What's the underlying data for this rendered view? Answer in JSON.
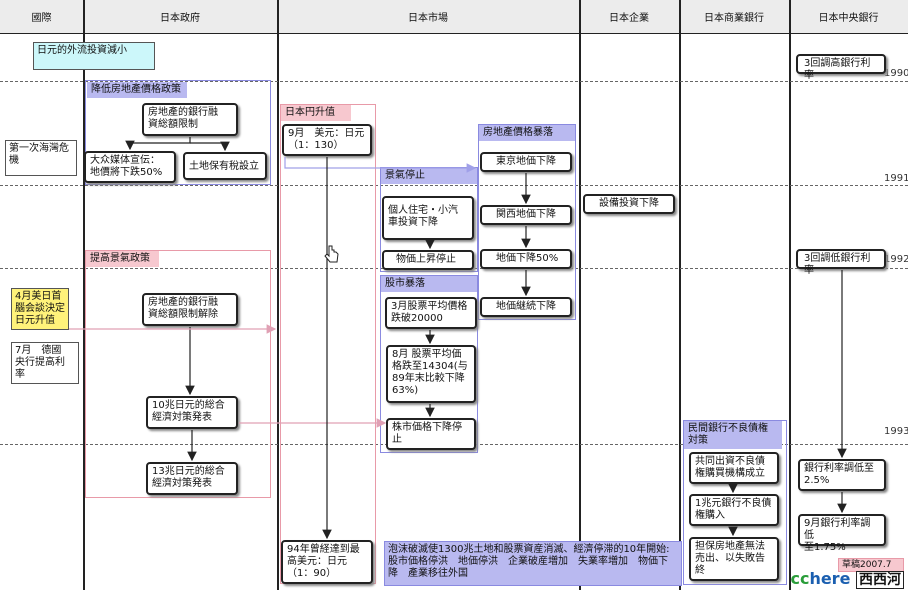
{
  "columns": [
    "國際",
    "日本政府",
    "日本市場",
    "日本企業",
    "日本商業銀行",
    "日本中央銀行"
  ],
  "years": [
    "1990",
    "1991",
    "1992",
    "1993"
  ],
  "intl": {
    "note_top": "日元的外流投資減小",
    "note_war": "第一次海灣危\n機",
    "note_plaza": "4月美日首\n腦会談決定\n日元升值",
    "note_germany": "7月　德國\n央行提高利\n率"
  },
  "government": {
    "lane1_title": "降低房地產價格政策",
    "box_limit": "房地產的銀行融\n資総額限制",
    "box_media": "大众媒体宣伝：\n地價將下跌50%",
    "box_tax": "土地保有稅設立",
    "lane2_title": "提高景氣政策",
    "box_lift": "房地產的銀行融\n資総額限制解除",
    "box_10t": "10兆日元的総合\n經濟対策発表",
    "box_13t": "13兆日元的総合\n經濟対策発表"
  },
  "market": {
    "yen_title": "日本円升值",
    "yen_box": "9月　美元：日元\n（1：130）",
    "yen_bottom": "94年曾経達到最\n高美元：日元\n（1：90）",
    "econ_title": "景氣停止",
    "econ_box1": "個人住宅・小汽\n車投資下降",
    "econ_box2": "物価上昇停止",
    "stock_title": "股市暴落",
    "stock_box1": "3月股票平均價格\n跌破20000",
    "stock_box2": "8月 股票平均価\n格跌至14304(与\n89年末比較下降\n63%)",
    "stock_box3": "株市価格下降停\n止",
    "realestate_title": "房地產價格暴落",
    "re_box1": "東京地価下降",
    "re_box2": "関西地価下降",
    "re_box3": "地価下降50%",
    "re_box4": "地価継続下降",
    "summary": "泡沫破滅使1300兆土地和股票資産消滅、經濟停滞的10年開始:\n股市価格停洪　地価停洪　企業破産増加　失業率増加　物価下\n降　產業移往外国"
  },
  "enterprise": {
    "box_capex": "設備投資下降"
  },
  "commercial_bank": {
    "lane_title": "民間銀行不良債権\n対策",
    "box1": "共同出資不良債\n権購買機構成立",
    "box2": "1兆元銀行不良債\n権購入",
    "box3": "担保房地產無法\n売出、以失敗告\n終"
  },
  "central_bank": {
    "box_raise": "3回調高銀行利率",
    "box_cut": "3回調低銀行利率",
    "box_rate1": "銀行利率調低至\n2.5%",
    "box_rate2": "9月銀行利率調低\n至1.75%",
    "footer_note": "草稿2007.7"
  },
  "watermark": {
    "cc": "cc",
    "here": "here",
    "site": "西西河"
  },
  "colors": {
    "lane_blue_fill": "#b9b9f0",
    "lane_blue_border": "#8a8ae0",
    "lane_pink_fill": "#f7c8cf",
    "lane_pink_border": "#e89aa8",
    "note_yellow": "#fff27a",
    "note_cyan": "#ccf7fa",
    "arrow_pink": "#e0a0b4",
    "arrow_blue": "#a0a0e8"
  }
}
